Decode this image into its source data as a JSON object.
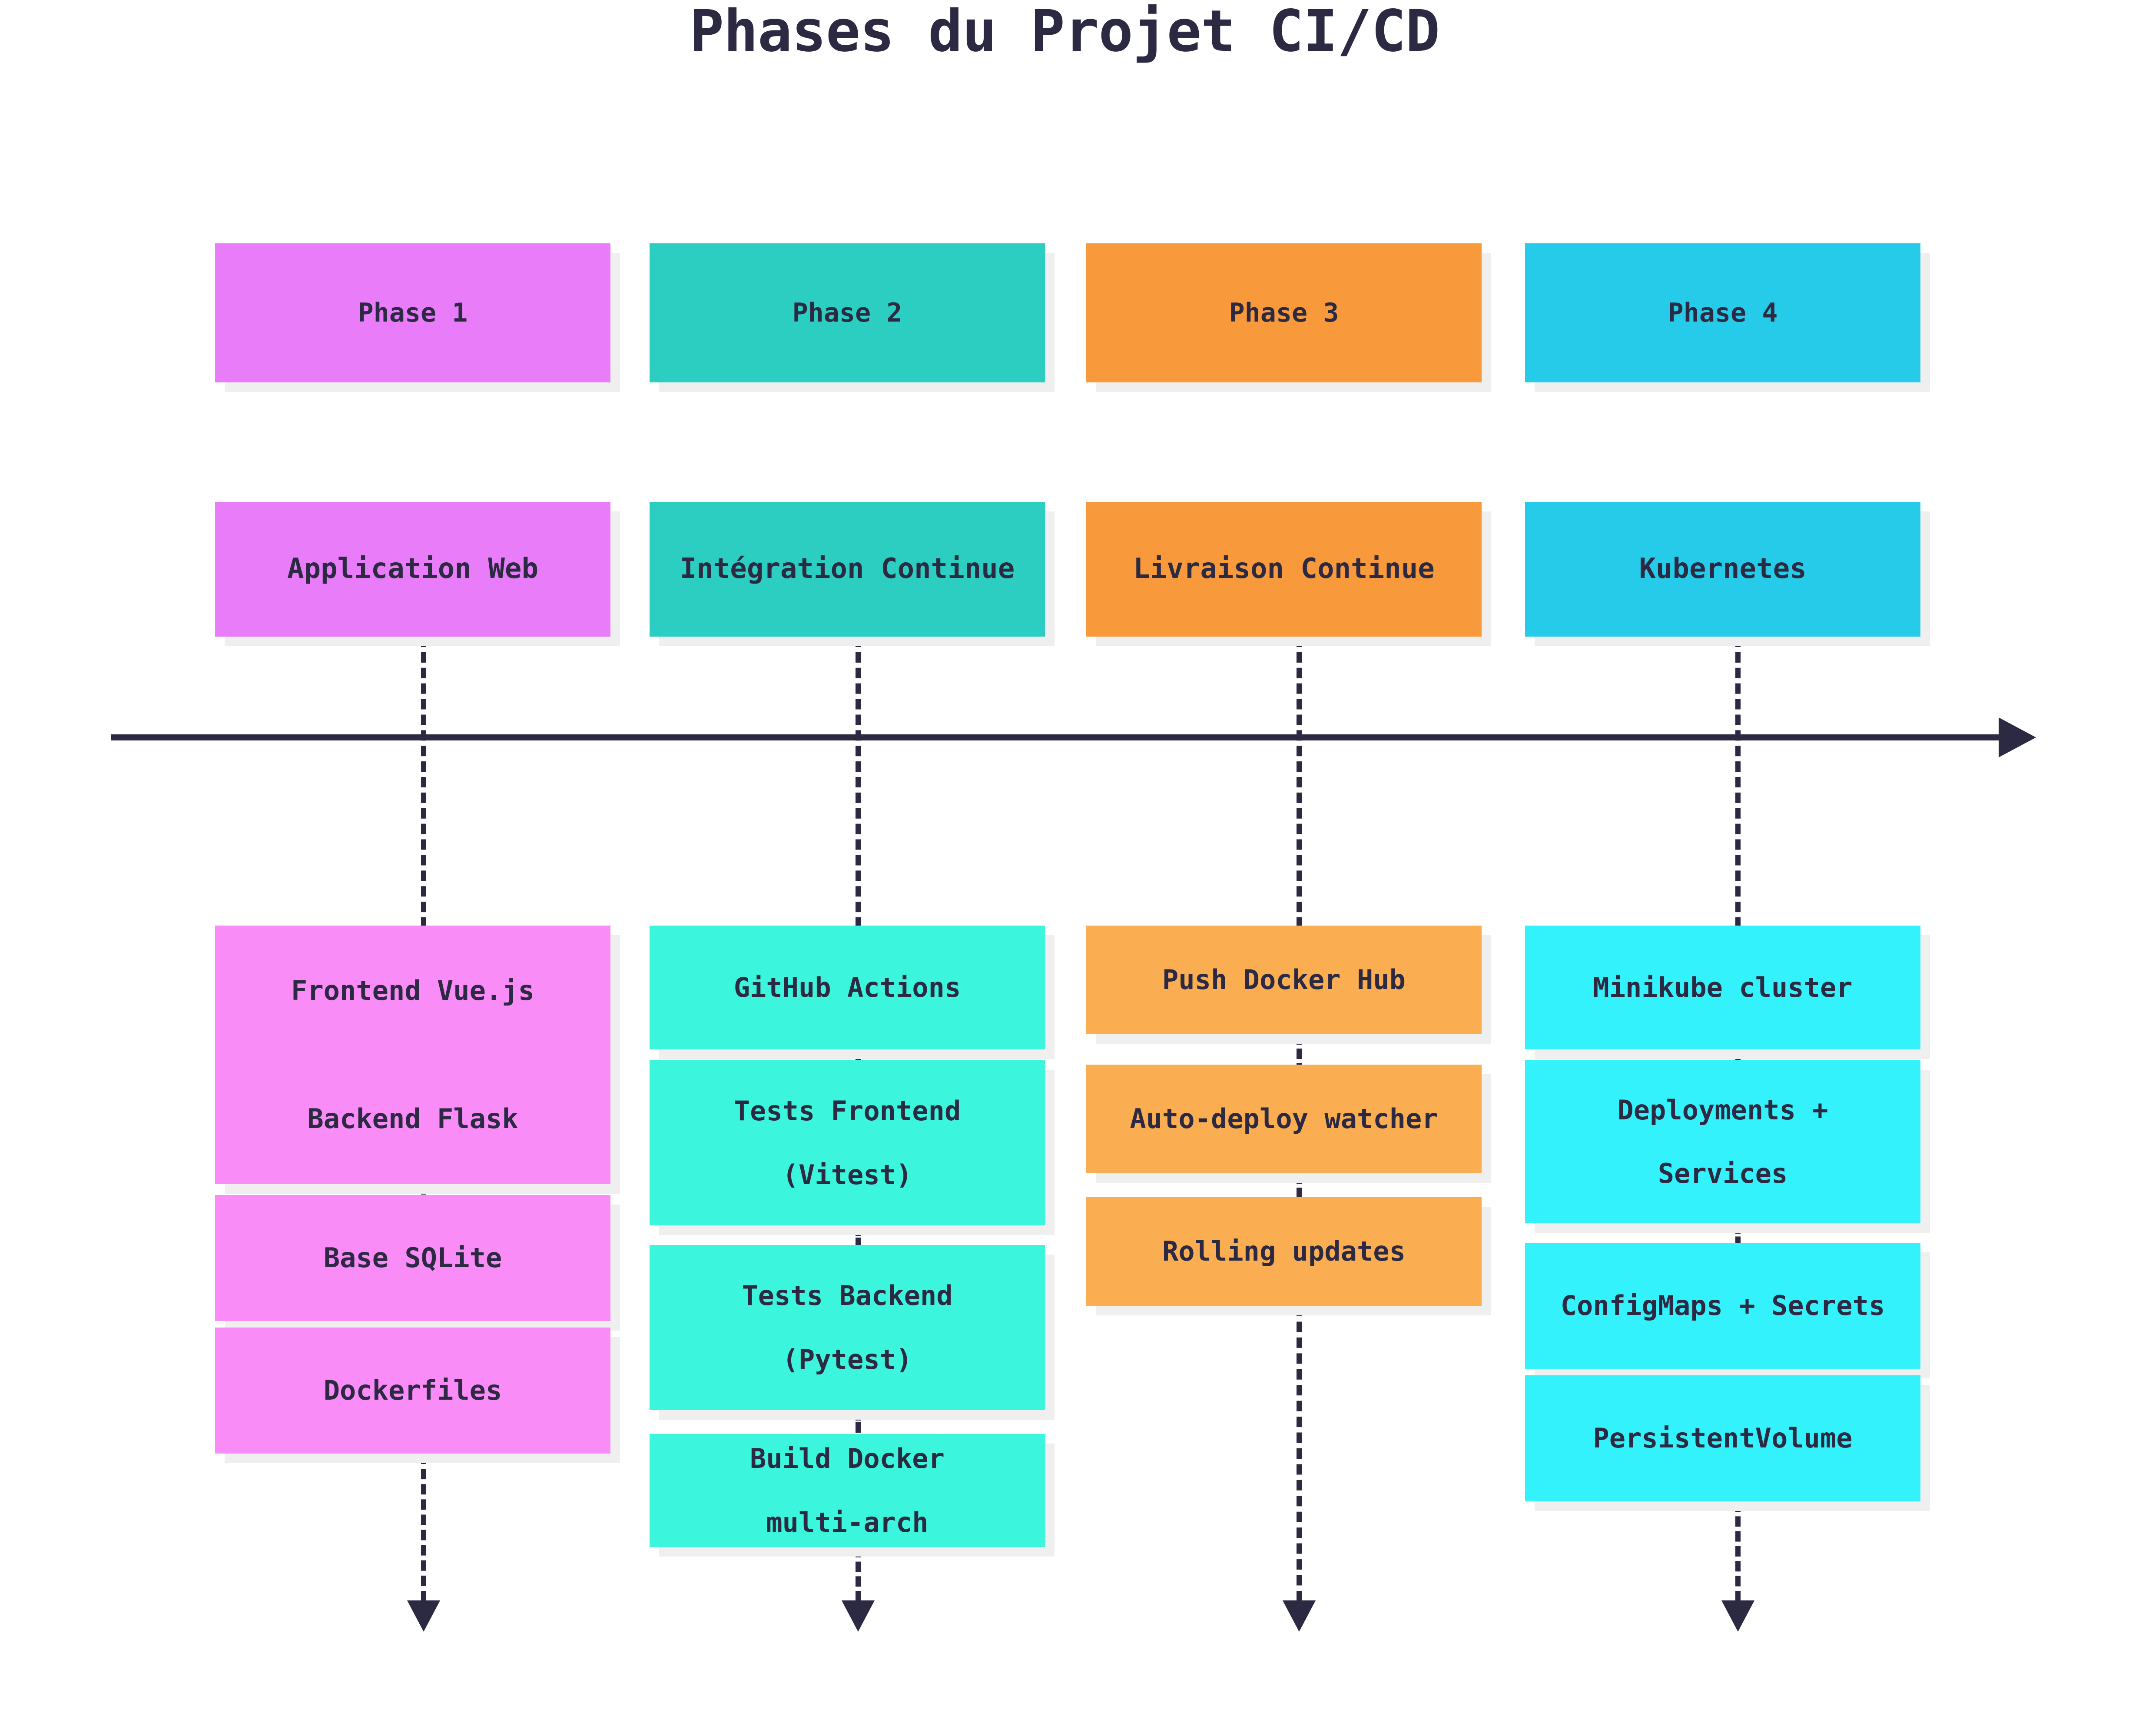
{
  "title": "Phases du Projet CI/CD",
  "colors": {
    "ink": "#2C2A42",
    "background": "#FFFFFF",
    "shadow": "#EFEFEF",
    "phase1_header": "#E87CF9",
    "phase2_header": "#2BCEC0",
    "phase3_header": "#F89A3C",
    "phase4_header": "#25CBE8",
    "phase1_items": "#FA8CF8",
    "phase2_items": "#3BF5DC",
    "phase3_items": "#FBAE51",
    "phase4_items": "#33F2FC"
  },
  "timeline": {
    "direction": "left-to-right",
    "arrow_icon": "arrow-right-icon"
  },
  "chart_data": {
    "type": "diagram",
    "title": "Phases du Projet CI/CD",
    "layout": "4 column swimlane timeline",
    "columns": [
      {
        "phase_label": "Phase 1",
        "stream_label": "Application Web",
        "header_color": "#E87CF9",
        "item_color": "#FA8CF8",
        "items": [
          "Frontend Vue.js",
          "Backend Flask",
          "Base SQLite",
          "Dockerfiles"
        ]
      },
      {
        "phase_label": "Phase 2",
        "stream_label": "Intégration Continue",
        "header_color": "#2BCEC0",
        "item_color": "#3BF5DC",
        "items": [
          "GitHub Actions",
          "Tests Frontend\n(Vitest)",
          "Tests Backend\n(Pytest)",
          "Build Docker\nmulti-arch"
        ]
      },
      {
        "phase_label": "Phase 3",
        "stream_label": "Livraison Continue",
        "header_color": "#F89A3C",
        "item_color": "#FBAE51",
        "items": [
          "Push Docker Hub",
          "Auto-deploy watcher",
          "Rolling updates"
        ]
      },
      {
        "phase_label": "Phase 4",
        "stream_label": "Kubernetes",
        "header_color": "#25CBE8",
        "item_color": "#33F2FC",
        "items": [
          "Minikube cluster",
          "Deployments +\nServices",
          "ConfigMaps + Secrets",
          "PersistentVolume"
        ]
      }
    ]
  },
  "phases": {
    "p1": {
      "label": "Phase 1",
      "stream": "Application Web",
      "i0": "Frontend Vue.js",
      "i1": "Backend Flask",
      "i2": "Base SQLite",
      "i3": "Dockerfiles"
    },
    "p2": {
      "label": "Phase 2",
      "stream": "Intégration Continue",
      "i0": "GitHub Actions",
      "i1a": "Tests Frontend",
      "i1b": "(Vitest)",
      "i2a": "Tests Backend",
      "i2b": "(Pytest)",
      "i3a": "Build Docker",
      "i3b": "multi-arch"
    },
    "p3": {
      "label": "Phase 3",
      "stream": "Livraison Continue",
      "i0": "Push Docker Hub",
      "i1": "Auto-deploy watcher",
      "i2": "Rolling updates"
    },
    "p4": {
      "label": "Phase 4",
      "stream": "Kubernetes",
      "i0": "Minikube cluster",
      "i1a": "Deployments +",
      "i1b": "Services",
      "i2": "ConfigMaps + Secrets",
      "i3": "PersistentVolume"
    }
  }
}
